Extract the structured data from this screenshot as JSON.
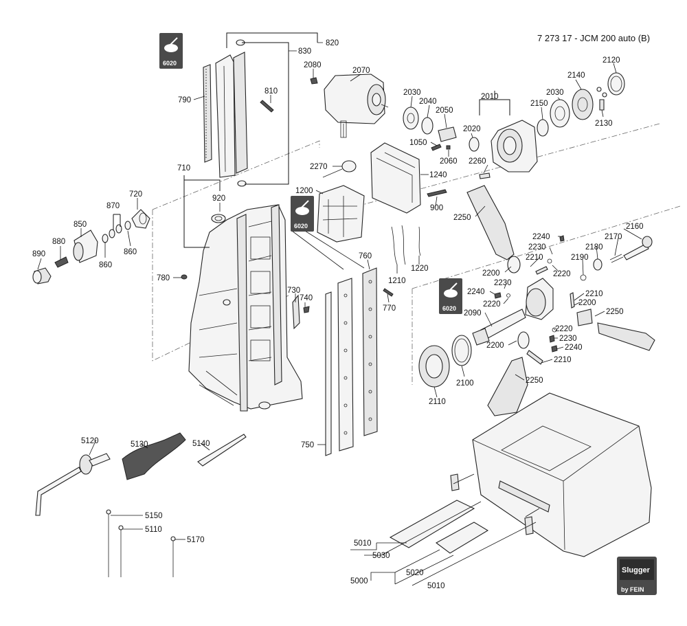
{
  "title": "7 273 17 - JCM 200 auto (B)",
  "brand": {
    "main": "Slugger",
    "sub": "by FEIN"
  },
  "badge_text": "6020",
  "labels": {
    "820": "820",
    "830": "830",
    "810": "810",
    "790": "790",
    "710": "710",
    "720": "720",
    "920": "920",
    "870": "870",
    "850": "850",
    "880": "880",
    "890": "890",
    "860a": "860",
    "860b": "860",
    "780": "780",
    "730": "730",
    "740": "740",
    "760": "760",
    "770": "770",
    "750": "750",
    "2080": "2080",
    "2070": "2070",
    "2030a": "2030",
    "2040": "2040",
    "2050": "2050",
    "2010": "2010",
    "2140": "2140",
    "2120": "2120",
    "2030b": "2030",
    "2150": "2150",
    "2130": "2130",
    "2020": "2020",
    "1050": "1050",
    "2060": "2060",
    "2260": "2260",
    "2270": "2270",
    "1240": "1240",
    "1200": "1200",
    "900": "900",
    "2250a": "2250",
    "1210": "1210",
    "1220": "1220",
    "2240a": "2240",
    "2160": "2160",
    "2230a": "2230",
    "2170": "2170",
    "2210a": "2210",
    "2180": "2180",
    "2190": "2190",
    "2200a": "2200",
    "2220a": "2220",
    "2230b": "2230",
    "2240b": "2240",
    "2210b": "2210",
    "2220b": "2220",
    "2200b": "2200",
    "2090": "2090",
    "2250b": "2250",
    "2220c": "2220",
    "2230c": "2230",
    "2200c": "2200",
    "2240c": "2240",
    "2210c": "2210",
    "2100": "2100",
    "2110": "2110",
    "2250c": "2250",
    "5120": "5120",
    "5130": "5130",
    "5140": "5140",
    "5150": "5150",
    "5110": "5110",
    "5170": "5170",
    "5010a": "5010",
    "5030": "5030",
    "5000": "5000",
    "5020": "5020",
    "5010b": "5010"
  }
}
